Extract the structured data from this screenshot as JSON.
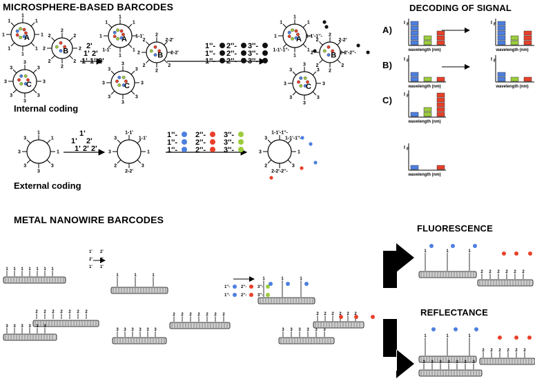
{
  "titles": {
    "microsphere": "MICROSPHERE-BASED BARCODES",
    "decoding": "DECODING OF SIGNAL",
    "internal": "Internal coding",
    "external": "External coding",
    "nanowire": "METAL NANOWIRE BARCODES",
    "fluorescence": "FLUORESCENCE",
    "reflectance": "REFLECTANCE"
  },
  "decoding": {
    "rows": [
      "A)",
      "B)",
      "C)"
    ],
    "axis_y": "I",
    "axis_y_sub": "F",
    "axis_x": "wavelength (nm)"
  },
  "sphere_letters": [
    "A",
    "B",
    "C"
  ],
  "internal": {
    "reagents_primary": [
      [
        "2'"
      ],
      [
        "1'",
        "2'"
      ],
      [
        "1'",
        "1'",
        "2'"
      ]
    ],
    "reagents_secondary": [
      [
        "1''-",
        "2''-",
        "3''-"
      ],
      [
        "1''-",
        "2''-",
        "3''-"
      ],
      [
        "1''-",
        "2''-",
        "3''-"
      ]
    ]
  },
  "external": {
    "reagents_primary": [
      [
        "1'"
      ],
      [
        "1'",
        "2'"
      ],
      [
        "1'",
        "2'",
        "2'"
      ]
    ],
    "reagents_secondary": [
      [
        "1''-",
        "2''-",
        "3''-"
      ],
      [
        "1''-",
        "2''-",
        "3''-"
      ],
      [
        "1''-",
        "2''-",
        "3''-"
      ]
    ],
    "labels": [
      "1-1'-1''-",
      "1-1'",
      "1-1'-1''-",
      "2-2'-2''-",
      "2-2'"
    ]
  },
  "colors": {
    "blue": "#4d7fe0",
    "green": "#9ccc3c",
    "red": "#e8402a",
    "black": "#111111"
  }
}
